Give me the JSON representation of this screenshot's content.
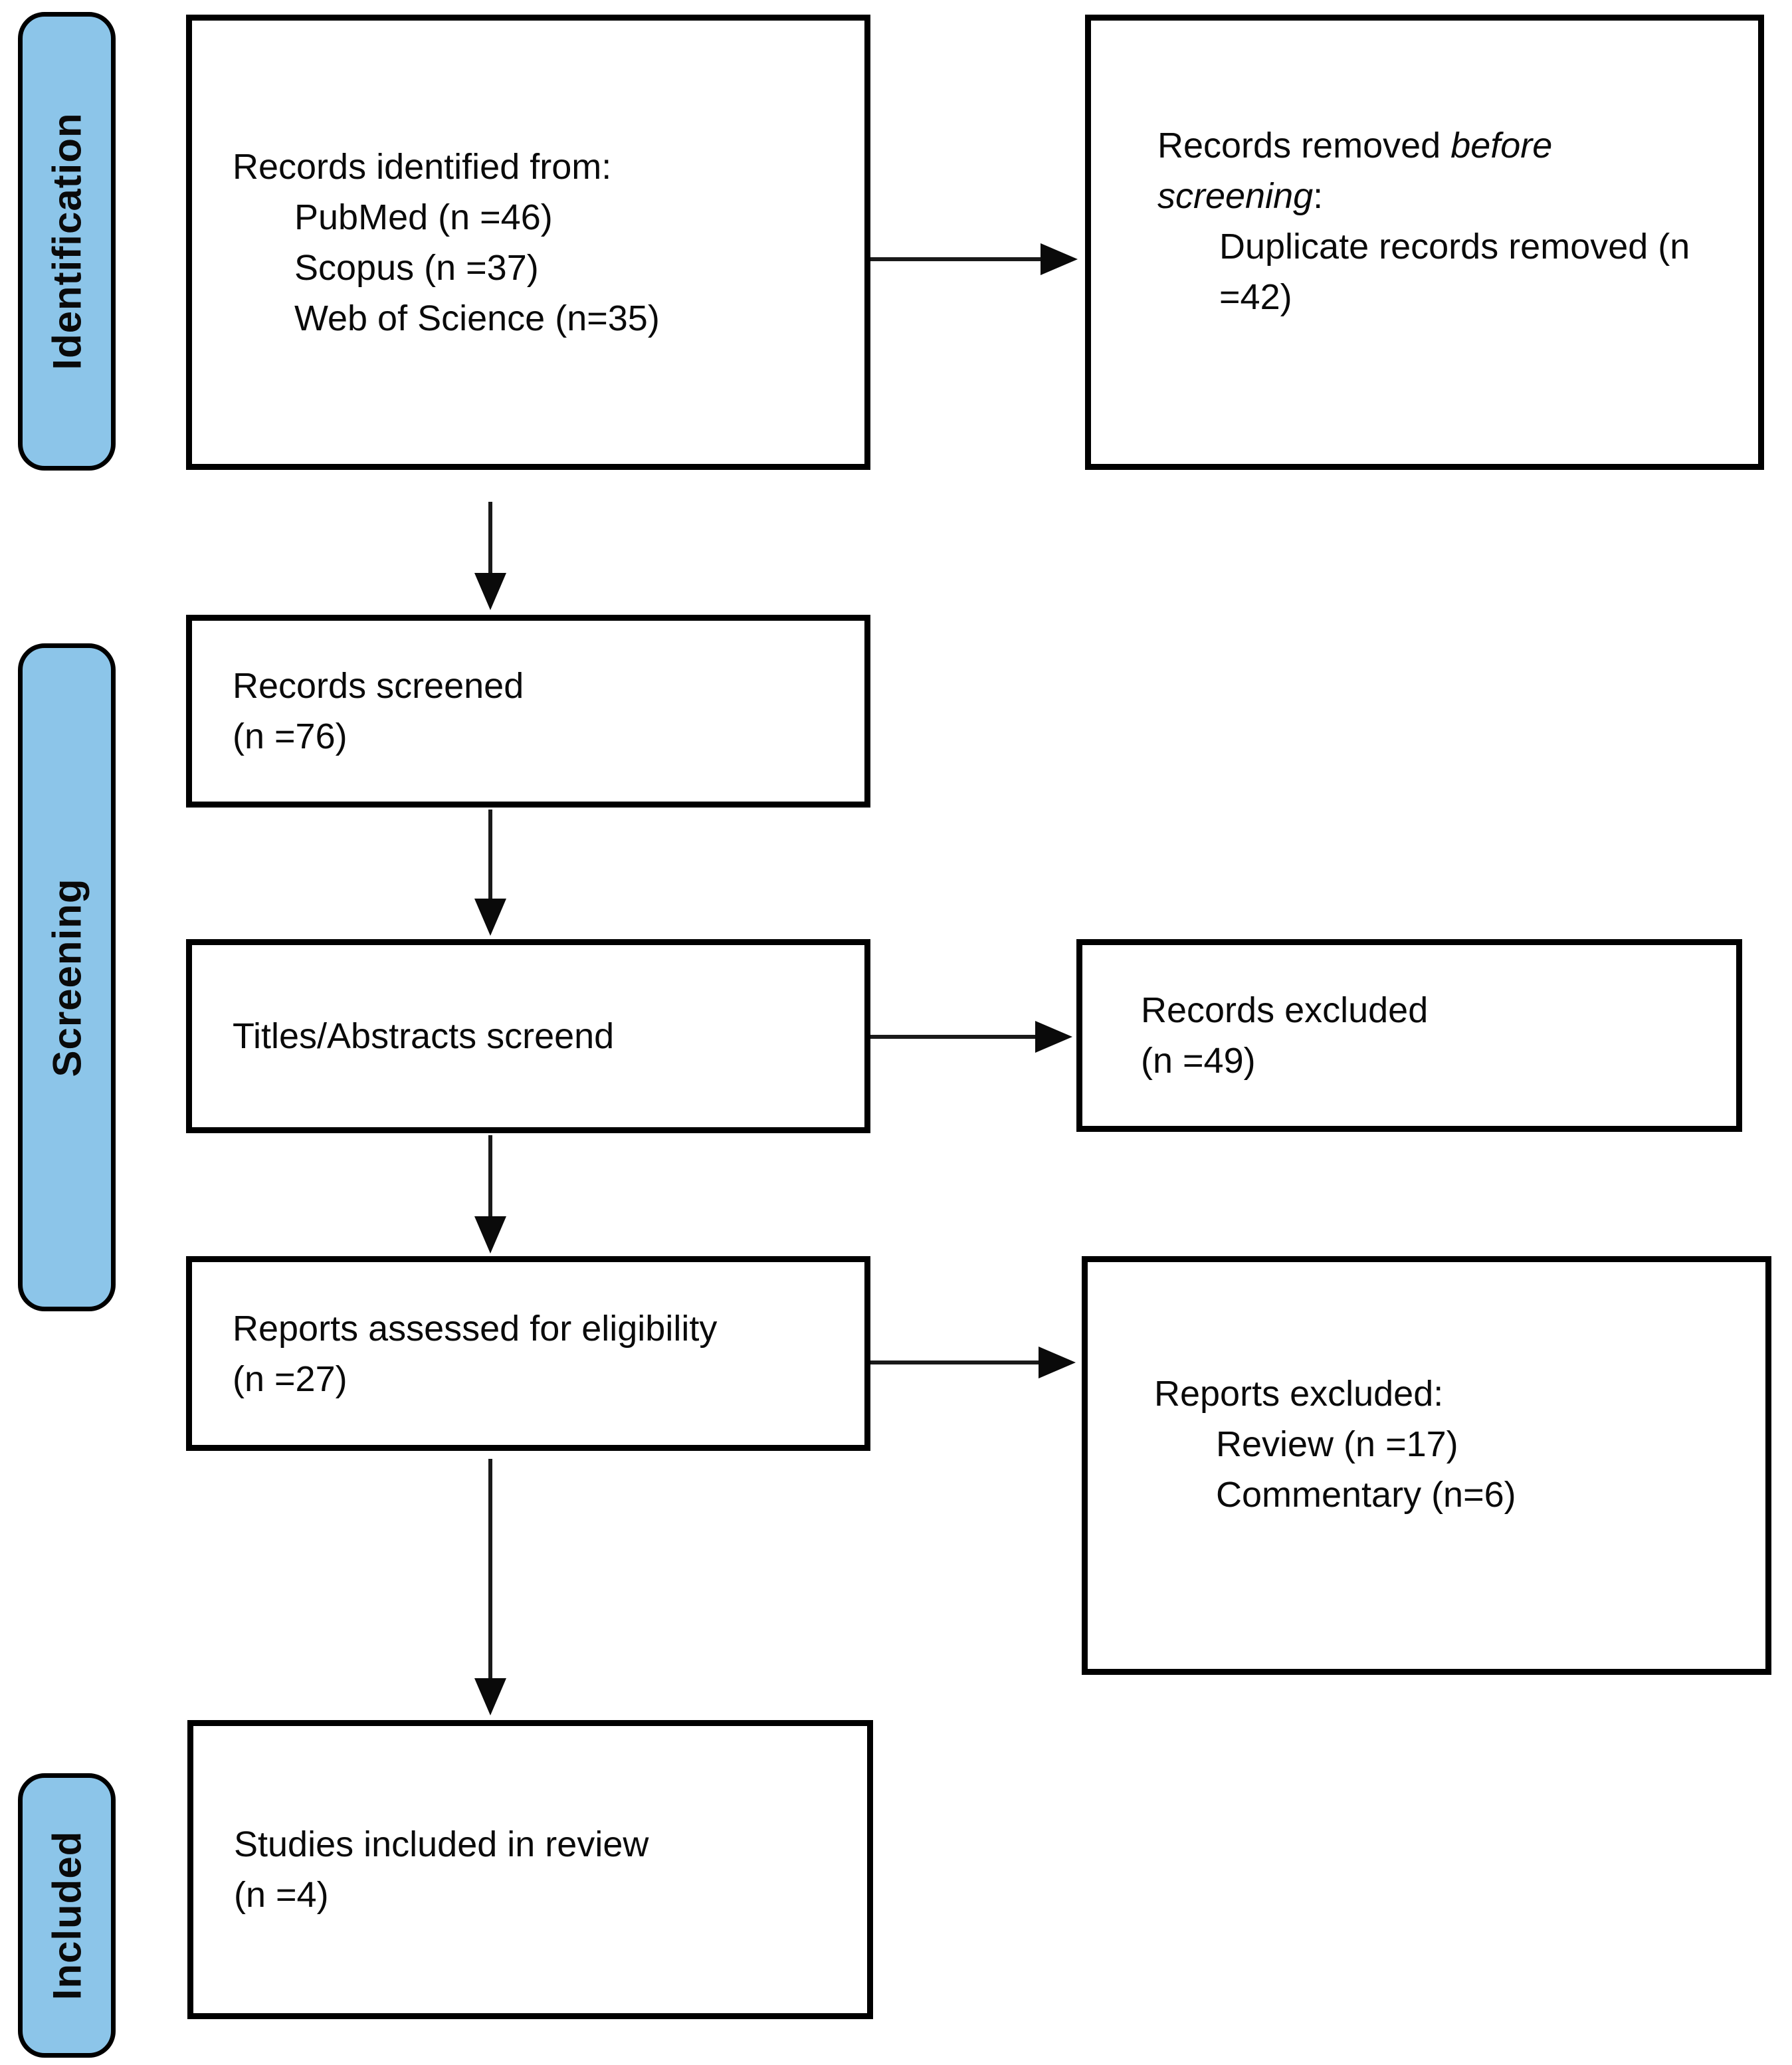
{
  "stages": {
    "identification": "Identification",
    "screening": "Screening",
    "included": "Included"
  },
  "boxes": {
    "records_identified": {
      "title": "Records identified from:",
      "items": [
        "PubMed (n =46)",
        "Scopus (n =37)",
        "Web of Science (n=35)"
      ]
    },
    "records_removed": {
      "runs": [
        {
          "text": "Records removed "
        },
        {
          "text": "before screening",
          "style": "italic"
        },
        {
          "text": ":"
        }
      ],
      "items": [
        "Duplicate records removed (n =42)"
      ]
    },
    "records_screened": {
      "lines": [
        "Records screened",
        "(n =76)"
      ]
    },
    "titles_abstracts_screened": {
      "lines": [
        "Titles/Abstracts screend"
      ]
    },
    "records_excluded": {
      "lines": [
        "Records excluded",
        "(n =49)"
      ]
    },
    "reports_assessed": {
      "lines": [
        "Reports assessed for eligibility",
        "(n =27)"
      ]
    },
    "reports_excluded": {
      "title": "Reports excluded:",
      "items": [
        "Review (n =17)",
        "Commentary (n=6)"
      ]
    },
    "studies_included": {
      "lines": [
        "Studies included in review",
        "(n =4)"
      ]
    }
  },
  "colors": {
    "stage_fill": "#8CC5E9",
    "box_border": "#000000",
    "arrow": "#1a1a1a",
    "text": "#0a0a0a",
    "background": "#ffffff"
  }
}
